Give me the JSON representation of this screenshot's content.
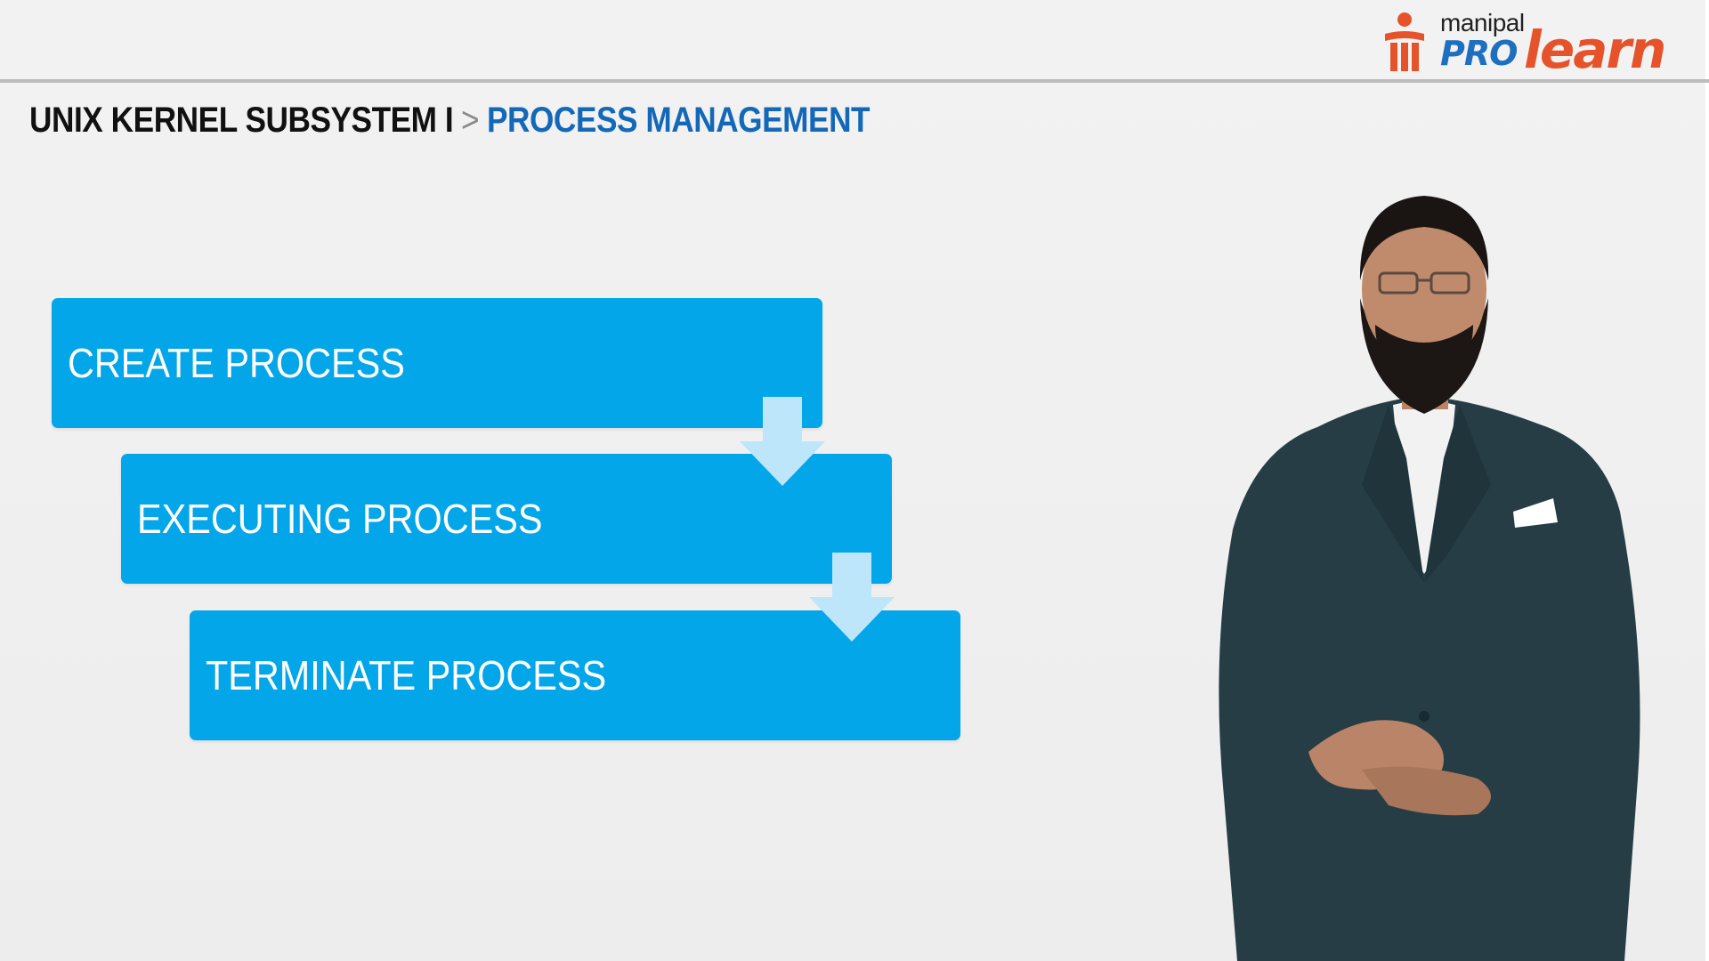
{
  "header": {
    "logo": {
      "word_small": "manipal",
      "word_pro": "PRO",
      "word_learn": "learn",
      "icon": "person-podium-icon",
      "colors": {
        "pro": "#1e6fbf",
        "learn": "#e6532b"
      }
    },
    "breadcrumb": {
      "parent": "UNIX KERNEL SUBSYSTEM I",
      "separator": ">",
      "current": "PROCESS MANAGEMENT"
    }
  },
  "diagram": {
    "type": "process-flow",
    "box_color": "#03a6e8",
    "arrow_color": "#bde6fa",
    "steps": [
      {
        "label": "CREATE PROCESS"
      },
      {
        "label": "EXECUTING PROCESS"
      },
      {
        "label": "TERMINATE PROCESS"
      }
    ]
  },
  "presenter": {
    "icon": "presenter-figure"
  }
}
